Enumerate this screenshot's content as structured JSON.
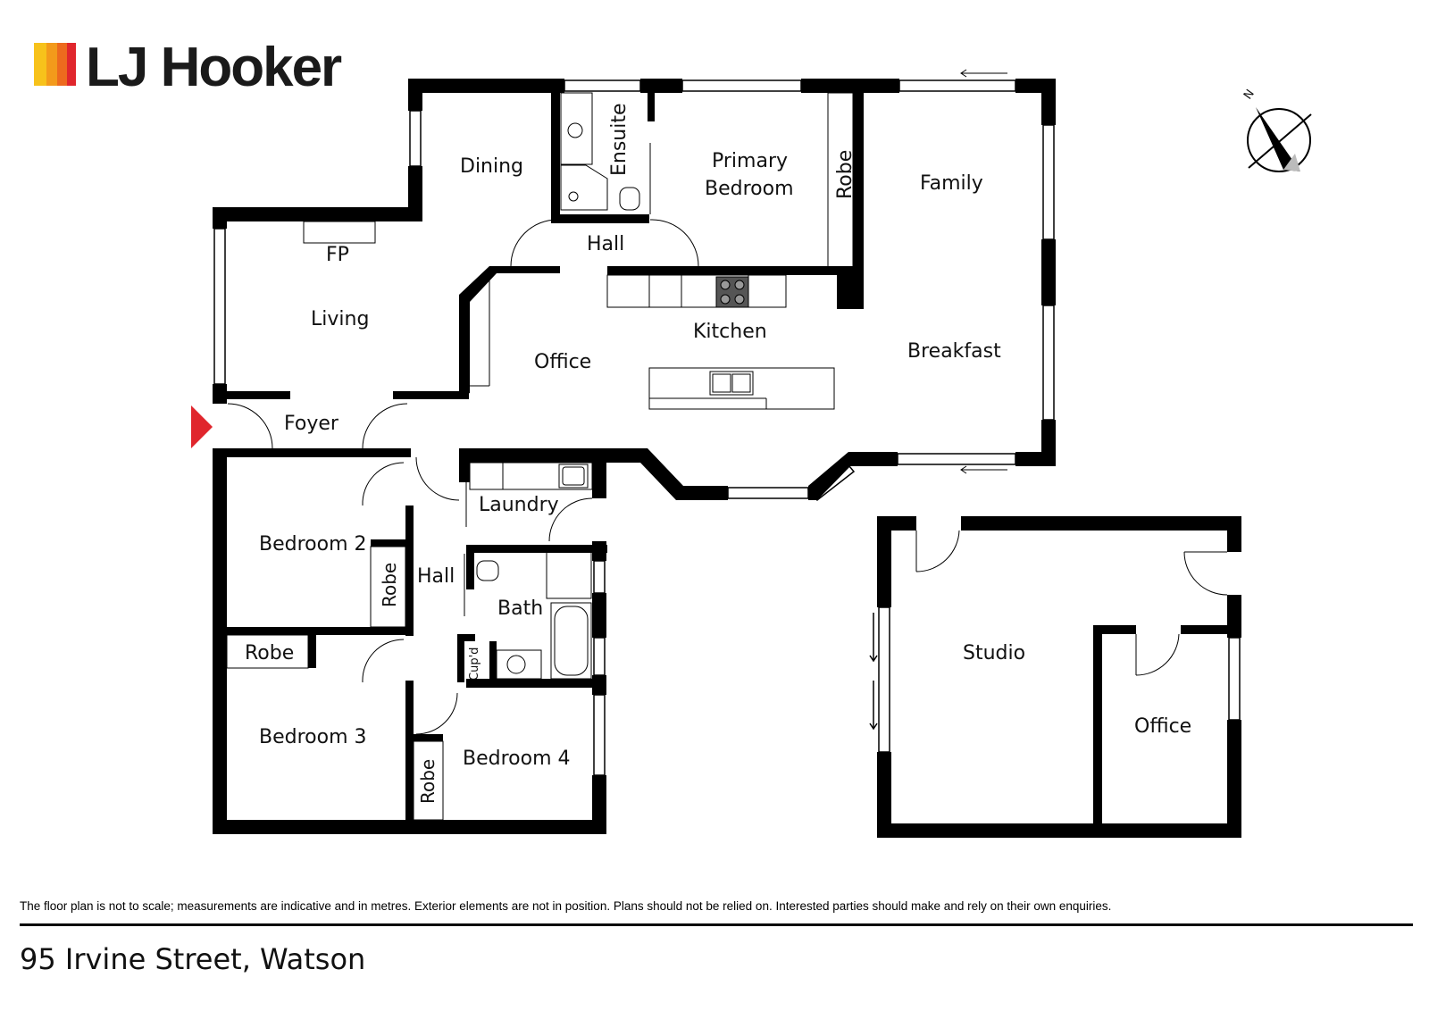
{
  "brand": {
    "name": "LJ Hooker",
    "colors": [
      "#f7c21b",
      "#f39a1b",
      "#ed6a1e",
      "#e0262d"
    ]
  },
  "rooms": {
    "dining": "Dining",
    "ensuite": "Ensuite",
    "primary_line1": "Primary",
    "primary_line2": "Bedroom",
    "robe_primary": "Robe",
    "family": "Family",
    "fp": "FP",
    "hall_top": "Hall",
    "living": "Living",
    "kitchen": "Kitchen",
    "office_main": "Office",
    "breakfast": "Breakfast",
    "foyer": "Foyer",
    "laundry": "Laundry",
    "bedroom2": "Bedroom 2",
    "robe_bed2": "Robe",
    "hall_bottom": "Hall",
    "bath": "Bath",
    "robe_bed3": "Robe",
    "cupd": "Cup'd",
    "bedroom3": "Bedroom 3",
    "bedroom4": "Bedroom 4",
    "robe_bed4": "Robe",
    "studio": "Studio",
    "office_studio": "Office"
  },
  "compass": {
    "label": "N"
  },
  "accent_color": "#e0262d",
  "disclaimer": "The floor plan is not to scale; measurements are indicative and in metres. Exterior elements are not in position. Plans should not be relied on. Interested parties should make and rely on their own enquiries.",
  "address": "95 Irvine Street, Watson"
}
